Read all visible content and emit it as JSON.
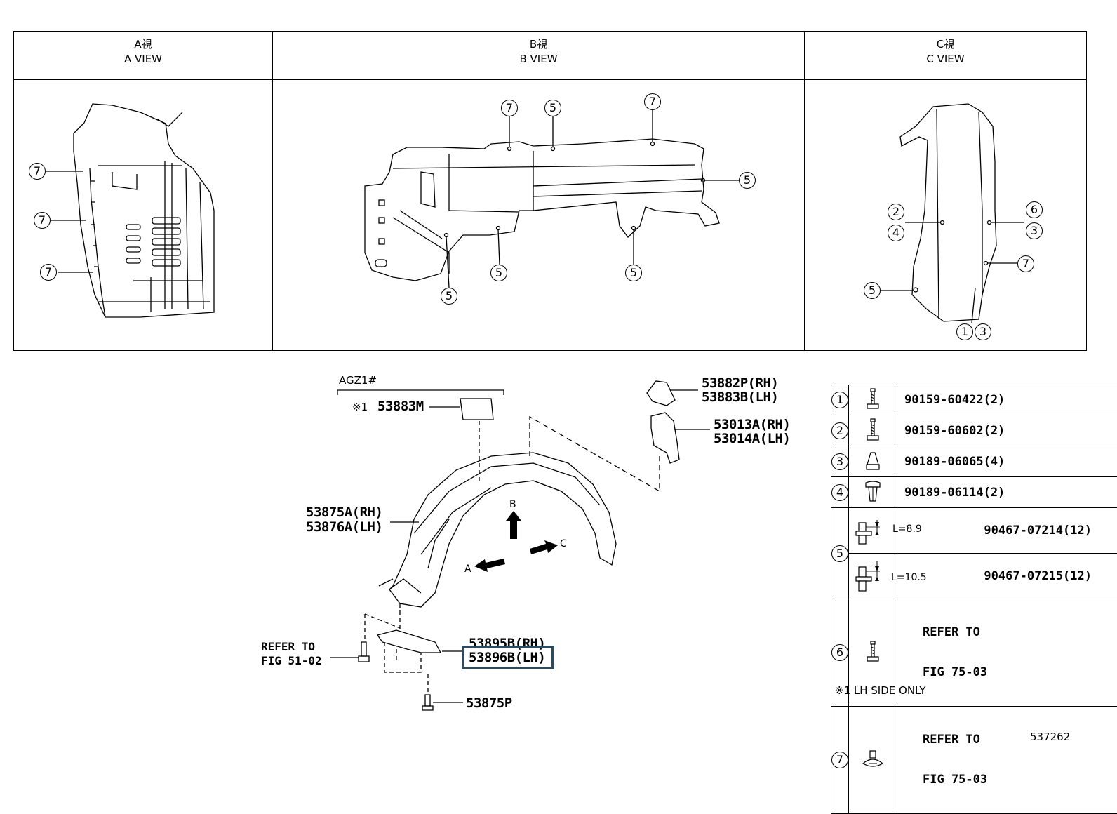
{
  "views": [
    {
      "jp": "A視",
      "en": "A VIEW"
    },
    {
      "jp": "B視",
      "en": "B VIEW"
    },
    {
      "jp": "C視",
      "en": "C VIEW"
    }
  ],
  "view_a_callouts": [
    "7",
    "7",
    "7"
  ],
  "view_b_callouts": [
    "7",
    "5",
    "7",
    "5",
    "5",
    "5",
    "5"
  ],
  "view_c_callouts": [
    "2",
    "4",
    "6",
    "3",
    "7",
    "5",
    "1",
    "3"
  ],
  "main": {
    "group_label": "AGZ1#",
    "note_prefix": "※1",
    "p53883m": "53883M",
    "p53882p": "53882P(RH)",
    "p53883b": "53883B(LH)",
    "p53013a": "53013A(RH)",
    "p53014a": "53014A(LH)",
    "p53875a": "53875A(RH)",
    "p53876a": "53876A(LH)",
    "p53895b": "53895B(RH)",
    "p53896b": "53896B(LH)",
    "p53875p": "53875P",
    "refer_1": "REFER TO",
    "refer_2": "FIG 51-02",
    "arrow_a": "A",
    "arrow_b": "B",
    "arrow_c": "C"
  },
  "fastener_table": {
    "rows": [
      {
        "key": "1",
        "icon": "bolt-icon",
        "part": "90159-60422(2)"
      },
      {
        "key": "2",
        "icon": "bolt-icon",
        "part": "90159-60602(2)"
      },
      {
        "key": "3",
        "icon": "nut-icon",
        "part": "90189-06065(4)"
      },
      {
        "key": "4",
        "icon": "push-clip-icon",
        "part": "90189-06114(2)"
      },
      {
        "key": "5",
        "icon": "clip-icon",
        "sub": [
          {
            "length": "L=8.9",
            "part": "90467-07214(12)"
          },
          {
            "length": "L=10.5",
            "part": "90467-07215(12)"
          }
        ]
      },
      {
        "key": "6",
        "icon": "bolt-icon",
        "part_line1": "REFER TO",
        "part_line2": "FIG 75-03"
      },
      {
        "key": "7",
        "icon": "grommet-icon",
        "part_line1": "REFER TO",
        "part_line2": "FIG 75-03"
      }
    ]
  },
  "footnote": "※1 LH SIDE ONLY",
  "figure_number": "537262"
}
